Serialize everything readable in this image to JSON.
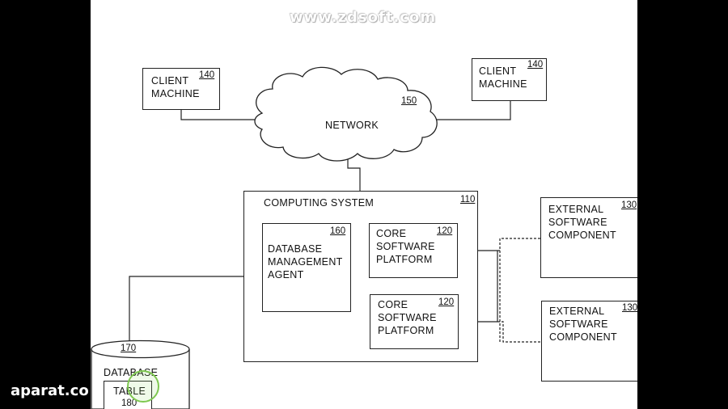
{
  "watermark": "www.zdsoft.com",
  "site_logo": "aparat.co",
  "diagram": {
    "client_left": {
      "label": "CLIENT\nMACHINE",
      "ref": "140"
    },
    "client_right": {
      "label": "CLIENT\nMACHINE",
      "ref": "140"
    },
    "network": {
      "label": "NETWORK",
      "ref": "150"
    },
    "computing_system": {
      "label": "COMPUTING SYSTEM",
      "ref": "110"
    },
    "db_agent": {
      "label": "DATABASE\nMANAGEMENT\nAGENT",
      "ref": "160"
    },
    "core_platform_1": {
      "label": "CORE\nSOFTWARE\nPLATFORM",
      "ref": "120"
    },
    "core_platform_2": {
      "label": "CORE\nSOFTWARE\nPLATFORM",
      "ref": "120"
    },
    "external_1": {
      "label": "EXTERNAL\nSOFTWARE\nCOMPONENT",
      "ref": "130"
    },
    "external_2": {
      "label": "EXTERNAL\nSOFTWARE\nCOMPONENT",
      "ref": "130"
    },
    "database": {
      "label": "DATABASE",
      "ref": "170"
    },
    "table": {
      "label": "TABLE",
      "ref": "180"
    }
  }
}
